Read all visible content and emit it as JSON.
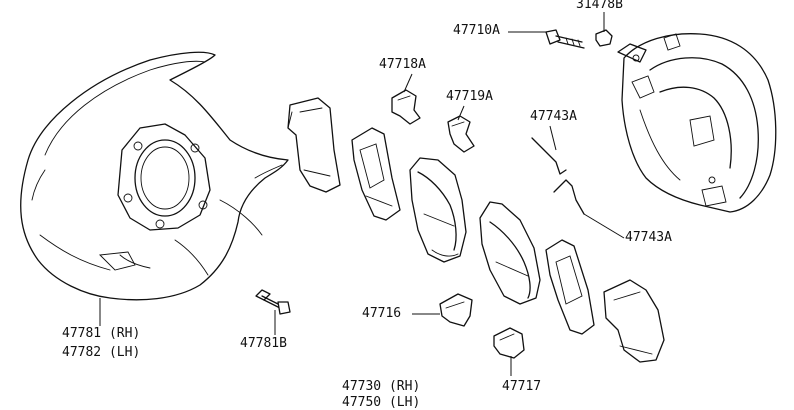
{
  "labels": {
    "p31478B": "31478B",
    "p47710A": "47710A",
    "p47718A": "47718A",
    "p47719A": "47719A",
    "p47743A_upper": "47743A",
    "p47743A_lower": "47743A",
    "p47781_rh": "47781 (RH)",
    "p47782_lh": "47782 (LH)",
    "p47781B": "47781B",
    "p47716": "47716",
    "p47717": "47717",
    "p47730_rh": "47730 (RH)",
    "p47750_lh": "47750 (LH)"
  }
}
